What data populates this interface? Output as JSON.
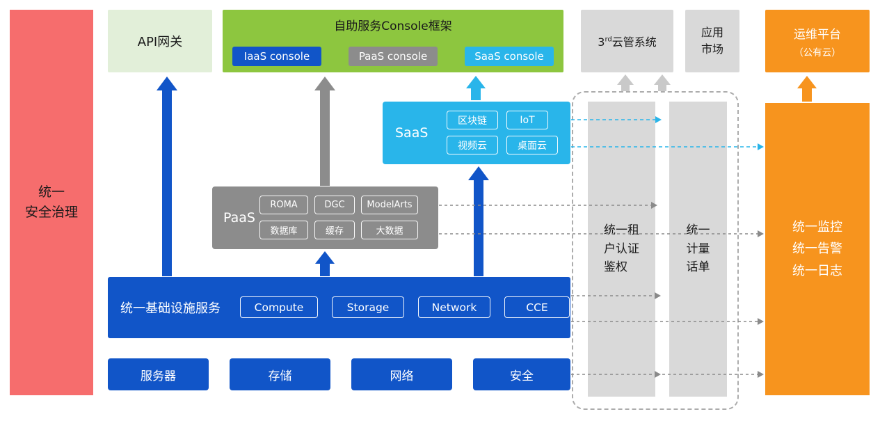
{
  "colors": {
    "red": "#F66D6D",
    "blue": "#1155C8",
    "gray": "#8C8C8C",
    "light_gray": "#D9D9D9",
    "green": "#8DC63F",
    "light_green": "#E2EFD9",
    "cyan": "#29B5EA",
    "orange": "#F7941E"
  },
  "left_bar": {
    "lines": [
      "统一",
      "安全治理"
    ]
  },
  "top": {
    "api_gateway": {
      "label": "API网关"
    },
    "console_frame": {
      "title": "自助服务Console框架",
      "items": [
        {
          "label": "IaaS console"
        },
        {
          "label": "PaaS console"
        },
        {
          "label": "SaaS console"
        }
      ]
    },
    "third_cloud": {
      "prefix": "3",
      "sup": "rd",
      "rest": "云管系统"
    },
    "app_market": {
      "lines": [
        "应用",
        "市场"
      ]
    },
    "om_platform": {
      "lines": [
        "运维平台",
        "（公有云）"
      ]
    }
  },
  "saas": {
    "label": "SaaS",
    "chips": [
      "区块链",
      "IoT",
      "视频云",
      "桌面云"
    ]
  },
  "paas": {
    "label": "PaaS",
    "chips": [
      "ROMA",
      "DGC",
      "ModelArts",
      "数据库",
      "缓存",
      "大数据"
    ]
  },
  "infra": {
    "label": "统一基础设施服务",
    "chips": [
      "Compute",
      "Storage",
      "Network",
      "CCE"
    ]
  },
  "bottom_row": [
    "服务器",
    "存储",
    "网络",
    "安全"
  ],
  "right_panel": {
    "auth_bar": {
      "lines": [
        "统一租",
        "户认证",
        "鉴权"
      ]
    },
    "billing_bar": {
      "lines": [
        "统一",
        "计量",
        "话单"
      ]
    },
    "monitor_bar": {
      "lines": [
        "统一监控",
        "统一告警",
        "统一日志"
      ]
    }
  }
}
